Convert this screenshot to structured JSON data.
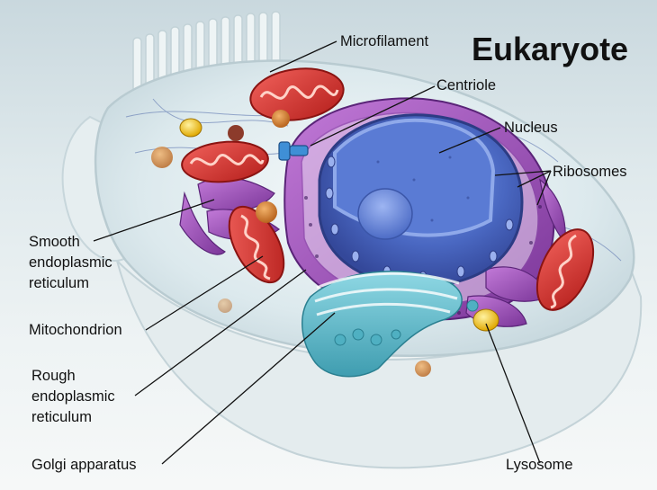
{
  "title": "Eukaryote",
  "labels": {
    "microfilament": "Microfilament",
    "centriole": "Centriole",
    "nucleus": "Nucleus",
    "ribosomes": "Ribosomes",
    "smooth_er": [
      "Smooth",
      "endoplasmic",
      "reticulum"
    ],
    "mitochondrion": "Mitochondrion",
    "rough_er": [
      "Rough",
      "endoplasmic",
      "reticulum"
    ],
    "golgi": "Golgi apparatus",
    "lysosome": "Lysosome"
  },
  "colors": {
    "cytoplasm": "#e3eef1",
    "membrane": "#f2f6f7",
    "nucleus": "#4f6fc6",
    "nucleolus": "#6d8fe0",
    "er": "#9a4fb8",
    "mitochondrion": "#d9302c",
    "golgi": "#5fb8c8",
    "lysosome": "#f2c21a",
    "vesicle_orange": "#d9893a",
    "leader_line": "#111111"
  }
}
